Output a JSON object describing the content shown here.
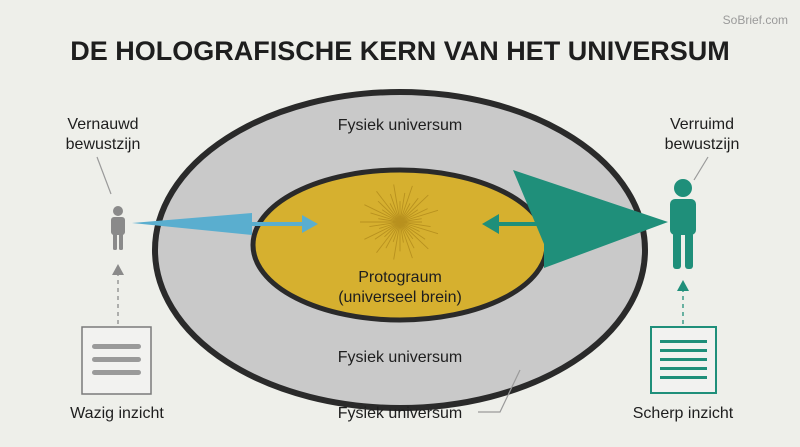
{
  "brand": "SoBrief.com",
  "title": "DE HOLOGRAFISCHE KERN VAN HET UNIVERSUM",
  "outer_ring_top_label": "Fysiek universum",
  "outer_ring_bottom_label": "Fysiek universum",
  "outer_ring_callout_label": "Fysiek universum",
  "core_label_line1": "Protograum",
  "core_label_line2": "(universeel brein)",
  "left": {
    "state_line1": "Vernauwd",
    "state_line2": "bewustzijn",
    "insight": "Wazig inzicht"
  },
  "right": {
    "state_line1": "Verruimd",
    "state_line2": "bewustzijn",
    "insight": "Scherp inzicht"
  },
  "colors": {
    "background": "#eeefea",
    "outer_ring": "#c9c9c9",
    "core": "#d6b02f",
    "left_beam": "#5aaecf",
    "right_beam": "#1f8f7a",
    "small_figure": "#8a8a8a",
    "large_figure": "#1f8f7a"
  }
}
